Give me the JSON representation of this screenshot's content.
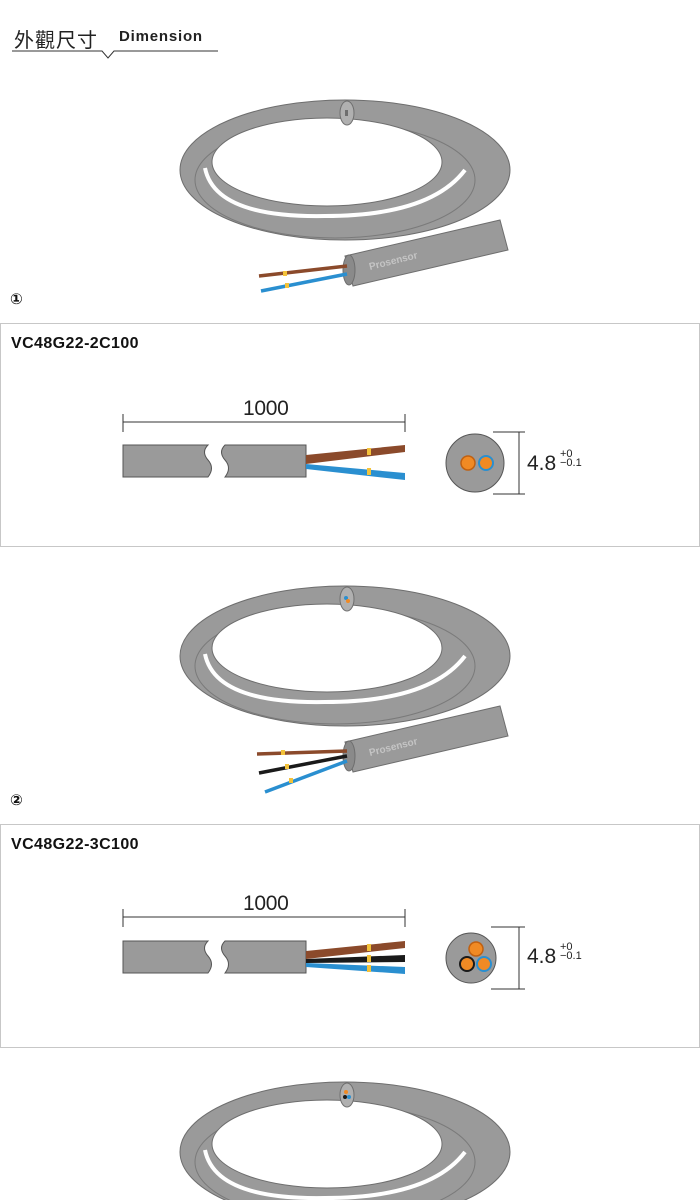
{
  "header": {
    "title_cn": "外觀尺寸",
    "title_en": "Dimension"
  },
  "coil_brand": "Prosensor",
  "colors": {
    "jacket": "#9a9a9a",
    "jacket_edge": "#6e6e6e",
    "brown_wire": "#8b4a2b",
    "blue_wire": "#2a8fd0",
    "black_wire": "#1a1a1a",
    "copper": "#f08a24",
    "ferrule": "#f3c23a"
  },
  "items": [
    {
      "marker": "①",
      "model": "VC48G22-2C100",
      "length": "1000",
      "diameter": "4.8",
      "tol_upper": "+0",
      "tol_lower": "−0.1",
      "wires": [
        "brown",
        "blue"
      ]
    },
    {
      "marker": "②",
      "model": "VC48G22-3C100",
      "length": "1000",
      "diameter": "4.8",
      "tol_upper": "+0",
      "tol_lower": "−0.1",
      "wires": [
        "brown",
        "black",
        "blue"
      ]
    }
  ]
}
